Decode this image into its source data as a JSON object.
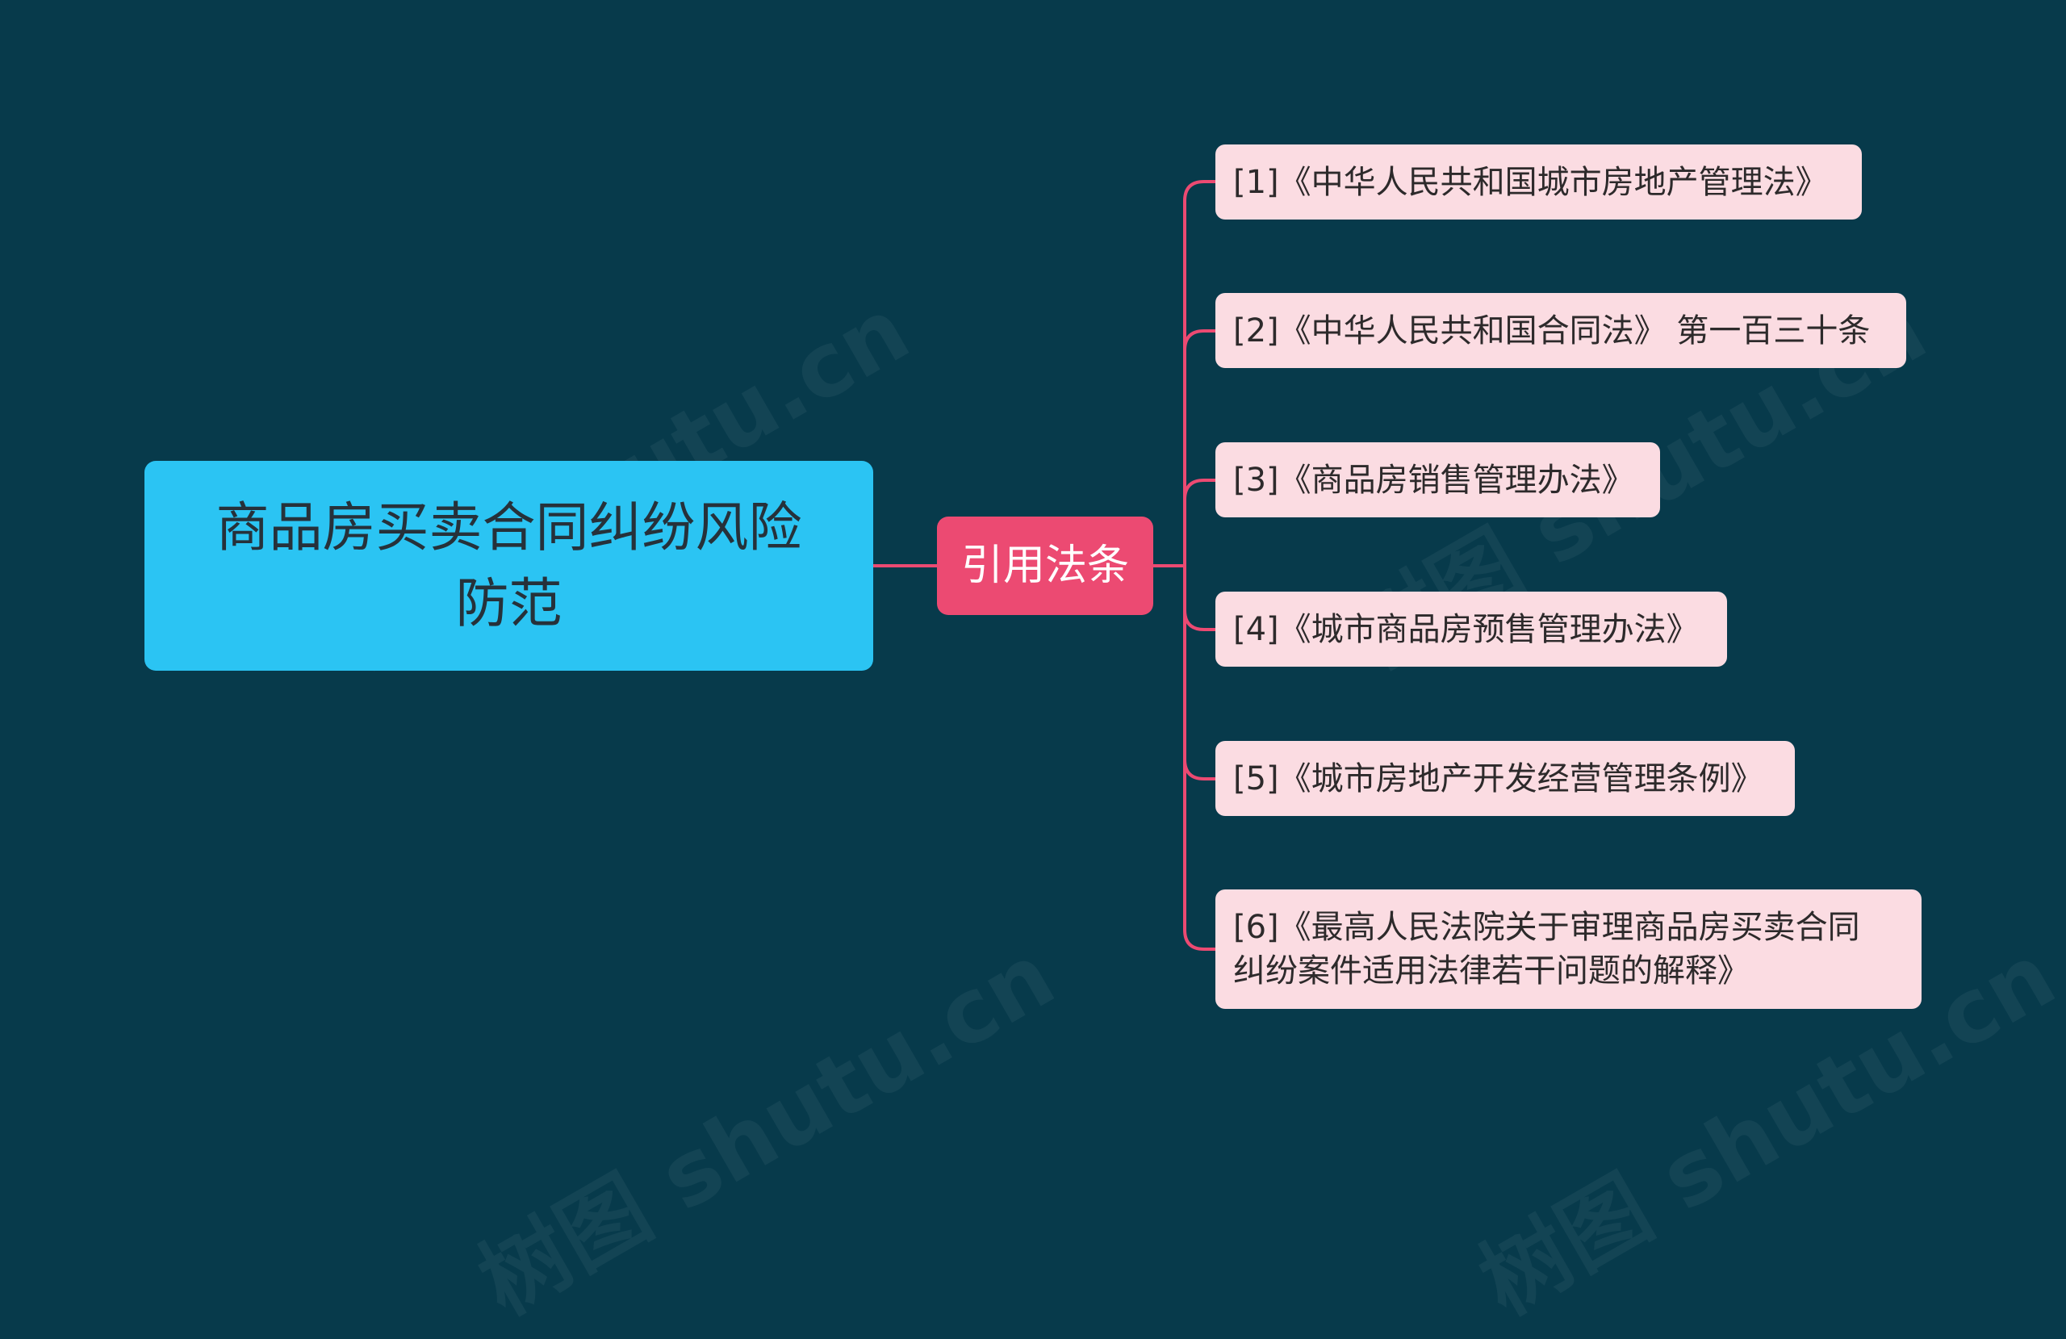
{
  "root": {
    "label_line1": "商品房买卖合同纠纷风险",
    "label_line2": "防范"
  },
  "branch": {
    "label": "引用法条"
  },
  "leaves": [
    {
      "label": "[1]《中华人民共和国城市房地产管理法》"
    },
    {
      "label": "[2]《中华人民共和国合同法》 第一百三十条"
    },
    {
      "label": "[3]《商品房销售管理办法》"
    },
    {
      "label": "[4]《城市商品房预售管理办法》"
    },
    {
      "label": "[5]《城市房地产开发经营管理条例》"
    },
    {
      "label_line1": "[6]《最高人民法院关于审理商品房买卖合同",
      "label_line2": "纠纷案件适用法律若干问题的解释》"
    }
  ],
  "watermark": "树图 shutu.cn",
  "colors": {
    "background": "#073a4b",
    "root_fill": "#2bc4f3",
    "branch_fill": "#ec4a72",
    "leaf_fill": "#fbdce2",
    "connector": "#ec4a72"
  }
}
